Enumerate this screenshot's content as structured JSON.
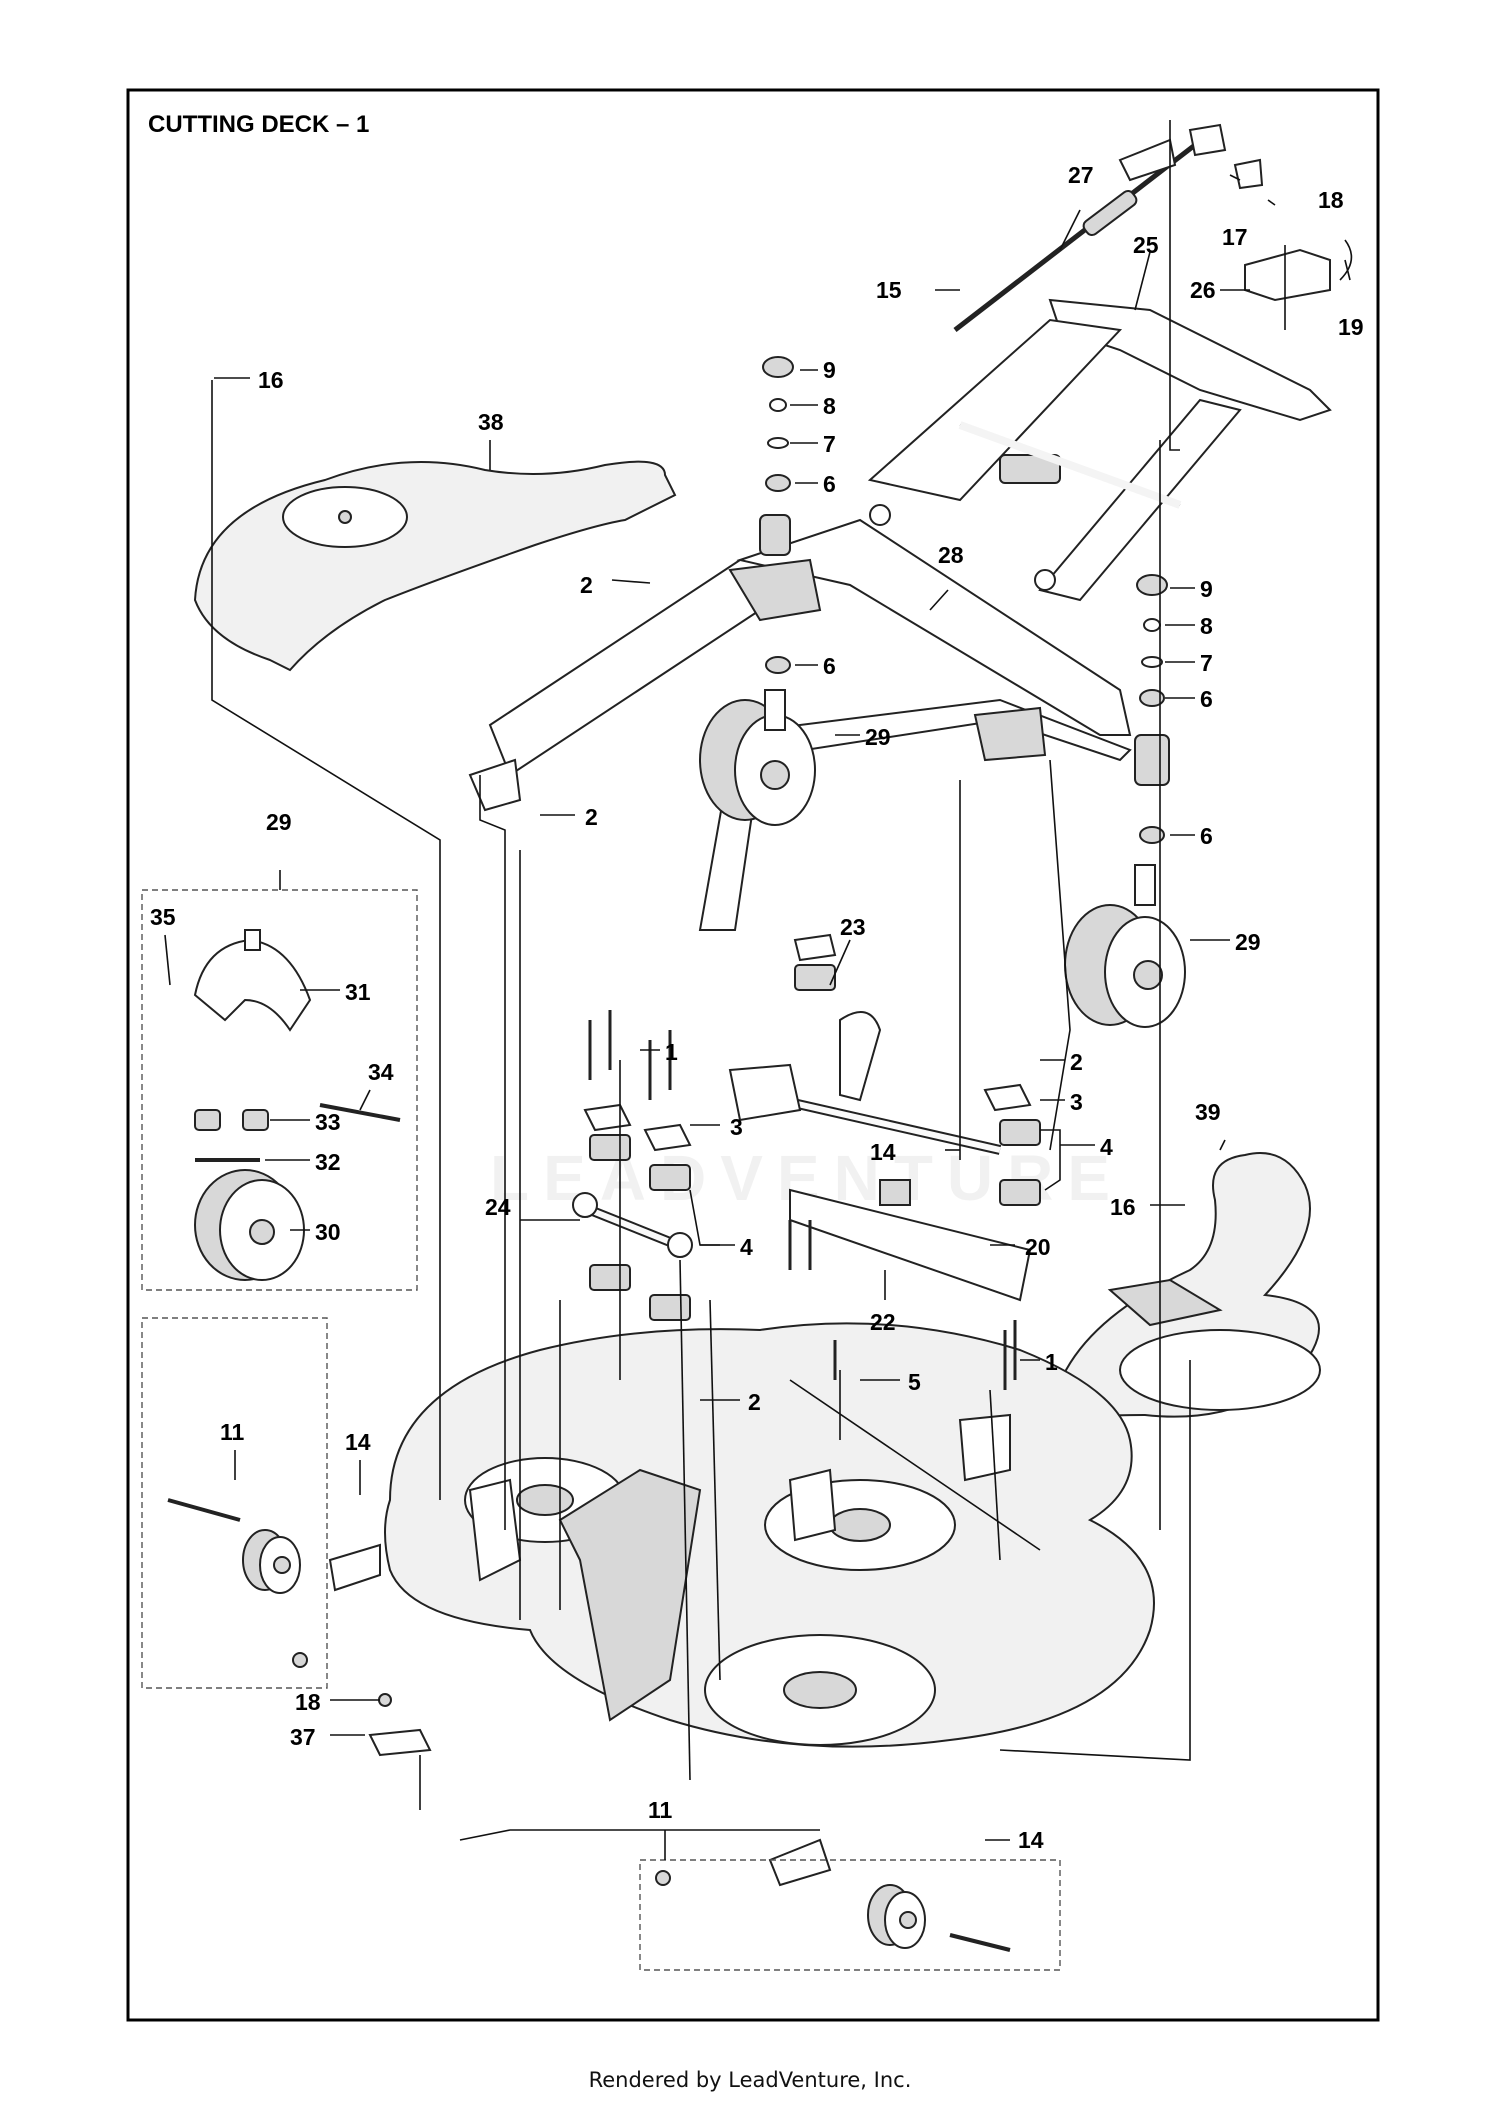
{
  "title": "CUTTING DECK – 1",
  "footer": "Rendered by LeadVenture, Inc.",
  "watermark": "LEADVENTURE",
  "callouts": [
    {
      "id": "c27",
      "text": "27"
    },
    {
      "id": "c18a",
      "text": "18"
    },
    {
      "id": "c17",
      "text": "17"
    },
    {
      "id": "c25",
      "text": "25"
    },
    {
      "id": "c15",
      "text": "15"
    },
    {
      "id": "c26",
      "text": "26"
    },
    {
      "id": "c19",
      "text": "19"
    },
    {
      "id": "c9a",
      "text": "9"
    },
    {
      "id": "c8a",
      "text": "8"
    },
    {
      "id": "c7a",
      "text": "7"
    },
    {
      "id": "c6a",
      "text": "6"
    },
    {
      "id": "c16a",
      "text": "16"
    },
    {
      "id": "c38",
      "text": "38"
    },
    {
      "id": "c2a",
      "text": "2"
    },
    {
      "id": "c28",
      "text": "28"
    },
    {
      "id": "c9b",
      "text": "9"
    },
    {
      "id": "c8b",
      "text": "8"
    },
    {
      "id": "c7b",
      "text": "7"
    },
    {
      "id": "c6b",
      "text": "6"
    },
    {
      "id": "c6c",
      "text": "6"
    },
    {
      "id": "c29a",
      "text": "29"
    },
    {
      "id": "c2b",
      "text": "2"
    },
    {
      "id": "c6d",
      "text": "6"
    },
    {
      "id": "c29b",
      "text": "29"
    },
    {
      "id": "c35",
      "text": "35"
    },
    {
      "id": "c31",
      "text": "31"
    },
    {
      "id": "c34",
      "text": "34"
    },
    {
      "id": "c33",
      "text": "33"
    },
    {
      "id": "c32",
      "text": "32"
    },
    {
      "id": "c30",
      "text": "30"
    },
    {
      "id": "c23",
      "text": "23"
    },
    {
      "id": "c29c",
      "text": "29"
    },
    {
      "id": "c1a",
      "text": "1"
    },
    {
      "id": "c2c",
      "text": "2"
    },
    {
      "id": "c3a",
      "text": "3"
    },
    {
      "id": "c3b",
      "text": "3"
    },
    {
      "id": "c4a",
      "text": "4"
    },
    {
      "id": "c14a",
      "text": "14"
    },
    {
      "id": "c39",
      "text": "39"
    },
    {
      "id": "c16b",
      "text": "16"
    },
    {
      "id": "c24",
      "text": "24"
    },
    {
      "id": "c4b",
      "text": "4"
    },
    {
      "id": "c20",
      "text": "20"
    },
    {
      "id": "c22",
      "text": "22"
    },
    {
      "id": "c5",
      "text": "5"
    },
    {
      "id": "c1b",
      "text": "1"
    },
    {
      "id": "c2d",
      "text": "2"
    },
    {
      "id": "c11a",
      "text": "11"
    },
    {
      "id": "c14b",
      "text": "14"
    },
    {
      "id": "c18b",
      "text": "18"
    },
    {
      "id": "c37",
      "text": "37"
    },
    {
      "id": "c11b",
      "text": "11"
    },
    {
      "id": "c14c",
      "text": "14"
    }
  ]
}
